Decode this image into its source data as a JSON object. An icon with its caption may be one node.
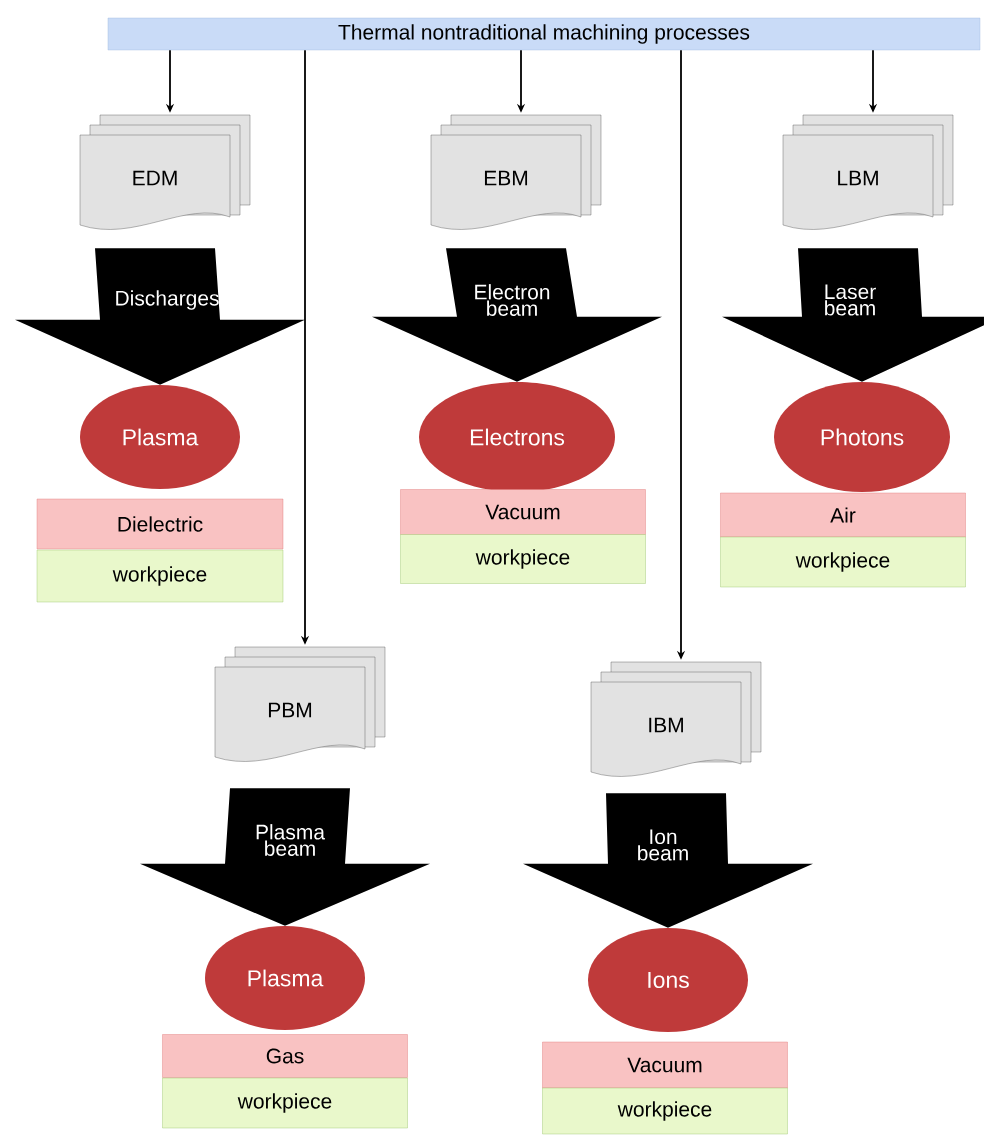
{
  "diagram": {
    "nodes": [
      {
        "text": [
          "Thermal nontraditional machining processes"
        ]
      },
      {
        "text": [
          "EDM"
        ]
      },
      {
        "text": [
          "Plasma"
        ]
      },
      {
        "text": [
          "Dielectric"
        ]
      },
      {
        "text": [
          "workpiece"
        ]
      },
      {
        "text": [
          "EBM"
        ]
      },
      {
        "text": [
          "Electrons"
        ]
      },
      {
        "text": [
          "Vacuum"
        ]
      },
      {
        "text": [
          "workpiece"
        ]
      },
      {
        "text": [
          "LBM"
        ]
      },
      {
        "text": [
          "Photons"
        ]
      },
      {
        "text": [
          "Air"
        ]
      },
      {
        "text": [
          "workpiece"
        ]
      },
      {
        "text": [
          "PBM"
        ]
      },
      {
        "text": [
          "Plasma"
        ]
      },
      {
        "text": [
          "Gas"
        ]
      },
      {
        "text": [
          "workpiece"
        ]
      },
      {
        "text": [
          "IBM"
        ]
      },
      {
        "text": [
          "Ions"
        ]
      },
      {
        "text": [
          "Vacuum"
        ]
      },
      {
        "text": [
          "workpiece"
        ]
      }
    ],
    "edges": [
      {
        "from": 0,
        "to": 1,
        "arrow": "to"
      },
      {
        "from": 0,
        "to": 5,
        "arrow": "to"
      },
      {
        "from": 0,
        "to": 9,
        "arrow": "to"
      },
      {
        "from": 0,
        "to": 13,
        "arrow": "to"
      },
      {
        "from": 0,
        "to": 17,
        "arrow": "to"
      },
      {
        "from": 1,
        "to": 2,
        "arrow": "to",
        "label": "Discharges",
        "style": "thick"
      },
      {
        "from": 5,
        "to": 6,
        "arrow": "to",
        "label": "Electron beam",
        "style": "thick"
      },
      {
        "from": 9,
        "to": 10,
        "arrow": "to",
        "label": "Laser beam",
        "style": "thick"
      },
      {
        "from": 13,
        "to": 14,
        "arrow": "to",
        "label": "Plasma beam",
        "style": "thick"
      },
      {
        "from": 17,
        "to": 18,
        "arrow": "to",
        "label": "Ion beam",
        "style": "thick"
      }
    ]
  }
}
